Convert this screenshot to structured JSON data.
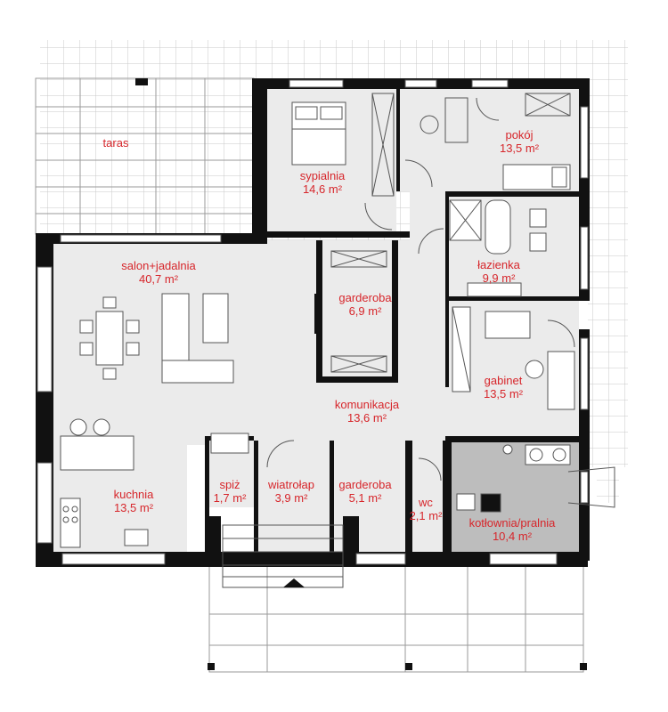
{
  "colors": {
    "label": "#d7262b",
    "wall": "#111111",
    "floor": "#ebebeb",
    "boiler_floor": "#bdbdbd",
    "grid": "#c9c9c9",
    "line": "#555555"
  },
  "rooms": [
    {
      "id": "taras",
      "name": "taras",
      "area": ""
    },
    {
      "id": "sypialnia",
      "name": "sypialnia",
      "area": "14,6 m²"
    },
    {
      "id": "pokoj",
      "name": "pokój",
      "area": "13,5 m²"
    },
    {
      "id": "lazienka",
      "name": "łazienka",
      "area": "9,9 m²"
    },
    {
      "id": "salon",
      "name": "salon+jadalnia",
      "area": "40,7 m²"
    },
    {
      "id": "garderoba1",
      "name": "garderoba",
      "area": "6,9 m²"
    },
    {
      "id": "gabinet",
      "name": "gabinet",
      "area": "13,5 m²"
    },
    {
      "id": "komunikacja",
      "name": "komunikacja",
      "area": "13,6 m²"
    },
    {
      "id": "kuchnia",
      "name": "kuchnia",
      "area": "13,5 m²"
    },
    {
      "id": "spiz",
      "name": "spiż",
      "area": "1,7 m²"
    },
    {
      "id": "wiatrolap",
      "name": "wiatrołap",
      "area": "3,9 m²"
    },
    {
      "id": "garderoba2",
      "name": "garderoba",
      "area": "5,1 m²"
    },
    {
      "id": "wc",
      "name": "wc",
      "area": "2,1 m²"
    },
    {
      "id": "kotlownia",
      "name": "kotłownia/pralnia",
      "area": "10,4 m²"
    }
  ]
}
